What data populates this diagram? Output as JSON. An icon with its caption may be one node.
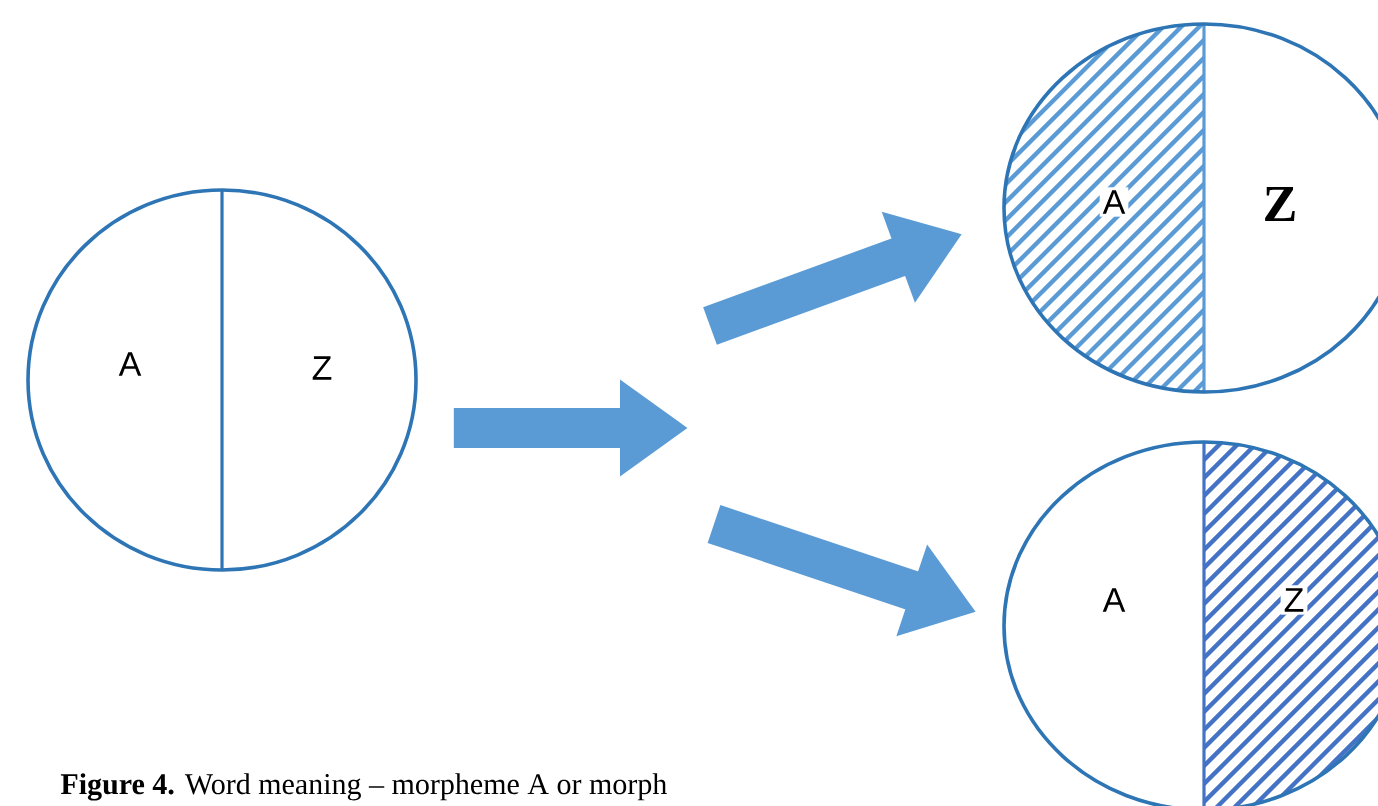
{
  "diagram": {
    "caption": "**Figure 4.** Word meaning – morpheme A or morph",
    "nodes": [
      {
        "text": [
          "A",
          "Z"
        ]
      },
      {
        "text": [
          "A",
          "Z"
        ]
      },
      {
        "text": [
          "A",
          "Z"
        ]
      }
    ],
    "edges": [
      {
        "from": 0,
        "to": null,
        "arrow": "to"
      },
      {
        "from": null,
        "to": 1,
        "arrow": "to"
      },
      {
        "from": null,
        "to": 2,
        "arrow": "to"
      }
    ]
  }
}
